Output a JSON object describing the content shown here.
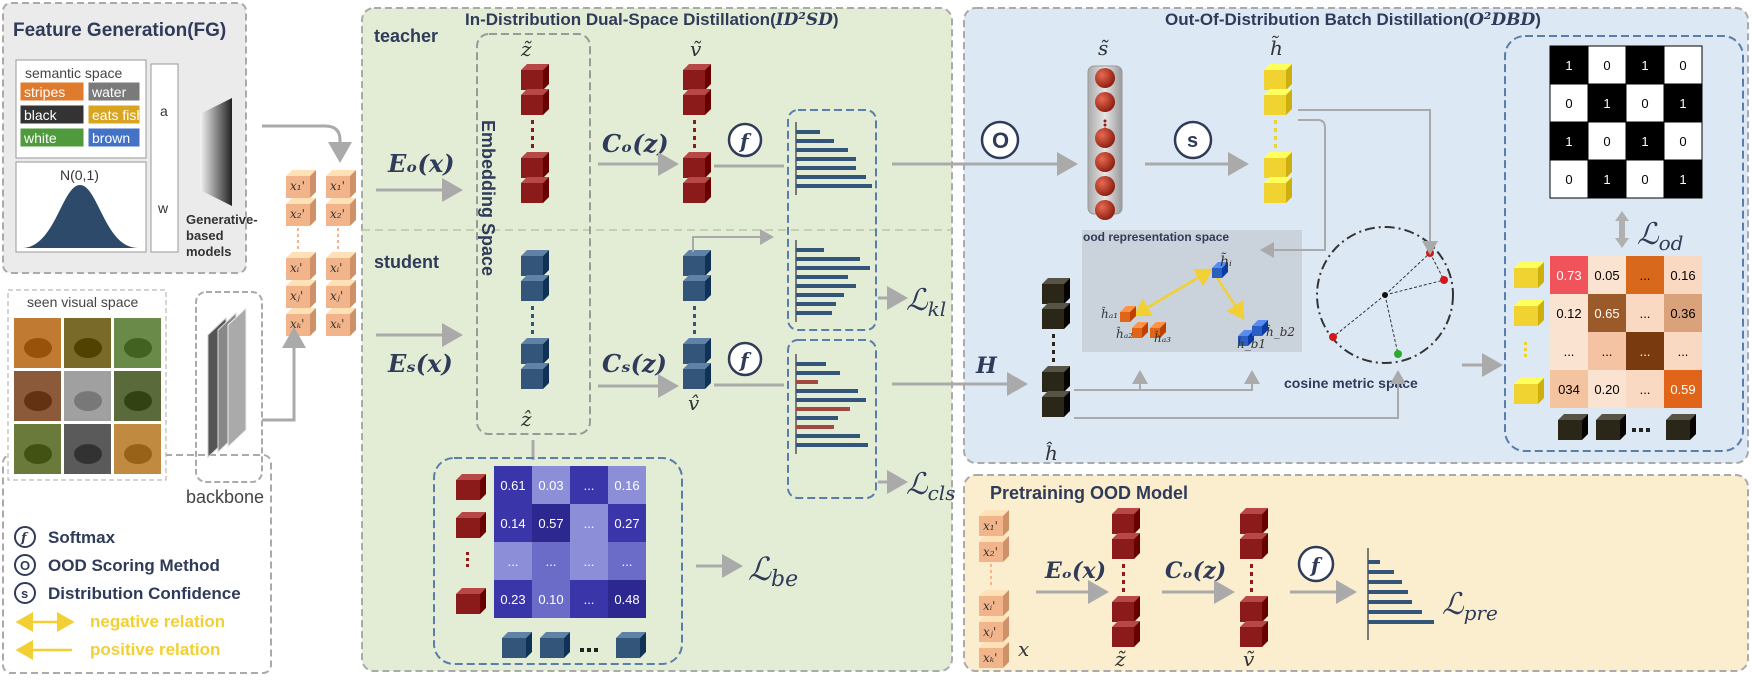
{
  "panels": {
    "fg_title": "Feature Generation(FG)",
    "semantic_space": "semantic space",
    "attributes": [
      {
        "label": "stripes",
        "color": "#e07a2c"
      },
      {
        "label": "water",
        "color": "#7a7a7a"
      },
      {
        "label": "black",
        "color": "#333333"
      },
      {
        "label": "eats fish",
        "color": "#d9a520"
      },
      {
        "label": "white",
        "color": "#4f9a3c"
      },
      {
        "label": "brown",
        "color": "#4472c4"
      }
    ],
    "noise": "N(0,1)",
    "a_label": "a",
    "w_label": "w",
    "generative": [
      "Generative-",
      "based",
      "models"
    ],
    "seen_visual": "seen visual space",
    "backbone": "backbone",
    "id2sd_title": "In-Distribution Dual-Space Distillation(",
    "id2sd_abbr": "ID²SD",
    "id2sd_close": ")",
    "teacher": "teacher",
    "student": "student",
    "embedding_space": "Embedding Space",
    "o2dbd_title": "Out-Of-Distribution Batch Distillation(",
    "o2dbd_abbr": "O²DBD",
    "o2dbd_close": ")",
    "ood_rep_space": "ood representation space",
    "cosine_space": "cosine metric space",
    "pretrain_title": "Pretraining OOD Model"
  },
  "math": {
    "z_tilde": "z̃",
    "v_tilde": "ṽ",
    "z_hat": "ẑ",
    "v_hat": "v̂",
    "s_tilde": "s̃",
    "h_tilde": "h̃",
    "h_hat": "ĥ",
    "Eo": "Eₒ(x)",
    "Es": "Eₛ(x)",
    "Co": "Cₒ(z)",
    "Cs": "Cₛ(z)",
    "H": "H",
    "L_kl": "ℒ",
    "L_kl_sub": "kl",
    "L_cls": "ℒ",
    "L_cls_sub": "cls",
    "L_be": "ℒ",
    "L_be_sub": "be",
    "L_od": "ℒ",
    "L_od_sub": "od",
    "L_pre": "ℒ",
    "L_pre_sub": "pre",
    "x": "x",
    "h_tilde_i": "h̃ᵢ",
    "h_a1": "ĥₐ₁",
    "h_a2": "ĥₐ₂",
    "h_a3": "ĥₐ₃",
    "h_b1": "ĥ_b1",
    "h_b2": "ĥ_b2",
    "f": "f",
    "O": "O",
    "s": "s",
    "x_labels": [
      "x₁'",
      "x₂'",
      "xᵢ'",
      "xⱼ'",
      "xₖ'"
    ]
  },
  "legend": {
    "softmax": "Softmax",
    "ood_scoring": "OOD Scoring Method",
    "confidence": "Distribution Confidence",
    "negative": "negative relation",
    "positive": "positive relation",
    "f": "f",
    "o": "O",
    "s": "s"
  },
  "be_matrix": [
    [
      "0.61",
      "0.03",
      "...",
      "0.16"
    ],
    [
      "0.14",
      "0.57",
      "...",
      "0.27"
    ],
    [
      "...",
      "...",
      "...",
      "..."
    ],
    [
      "0.23",
      "0.10",
      "...",
      "0.48"
    ]
  ],
  "binary_matrix": [
    [
      "1",
      "0",
      "1",
      "0"
    ],
    [
      "0",
      "1",
      "0",
      "1"
    ],
    [
      "1",
      "0",
      "1",
      "0"
    ],
    [
      "0",
      "1",
      "0",
      "1"
    ]
  ],
  "od_matrix": [
    [
      "0.73",
      "0.05",
      "...",
      "0.16"
    ],
    [
      "0.12",
      "0.65",
      "...",
      "0.36"
    ],
    [
      "...",
      "...",
      "...",
      "..."
    ],
    [
      "034",
      "0.20",
      "...",
      "0.59"
    ]
  ],
  "colors": {
    "teacher_cube": "#8b1a1a",
    "student_cube": "#34557a",
    "ood_cube": "#f0d230",
    "black_cube": "#2a2618",
    "fg_bg": "#ebebeb",
    "id_bg": "#e3edd6",
    "ood_bg": "#dde8f5",
    "pre_bg": "#fbeecf"
  }
}
